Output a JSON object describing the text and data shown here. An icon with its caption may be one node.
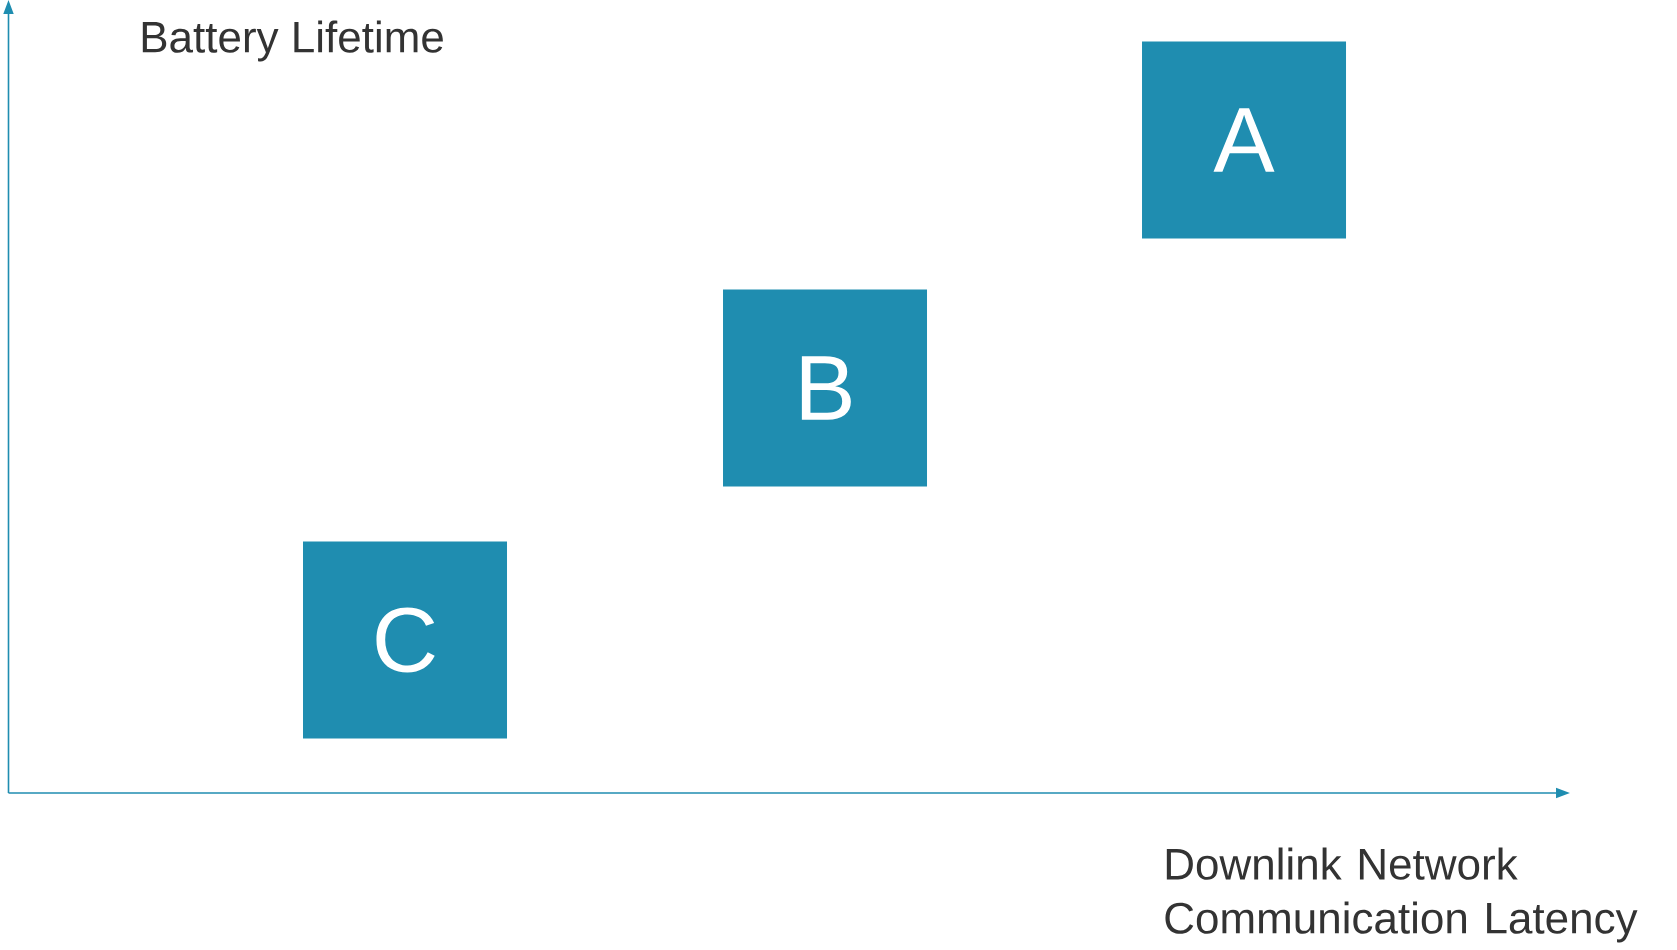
{
  "diagram": {
    "nodes": [
      {
        "text": [
          "A"
        ]
      },
      {
        "text": [
          "B"
        ]
      },
      {
        "text": [
          "C"
        ]
      }
    ],
    "labels": [
      "Battery Lifetime",
      "Downlink Network Communication Latency"
    ]
  }
}
